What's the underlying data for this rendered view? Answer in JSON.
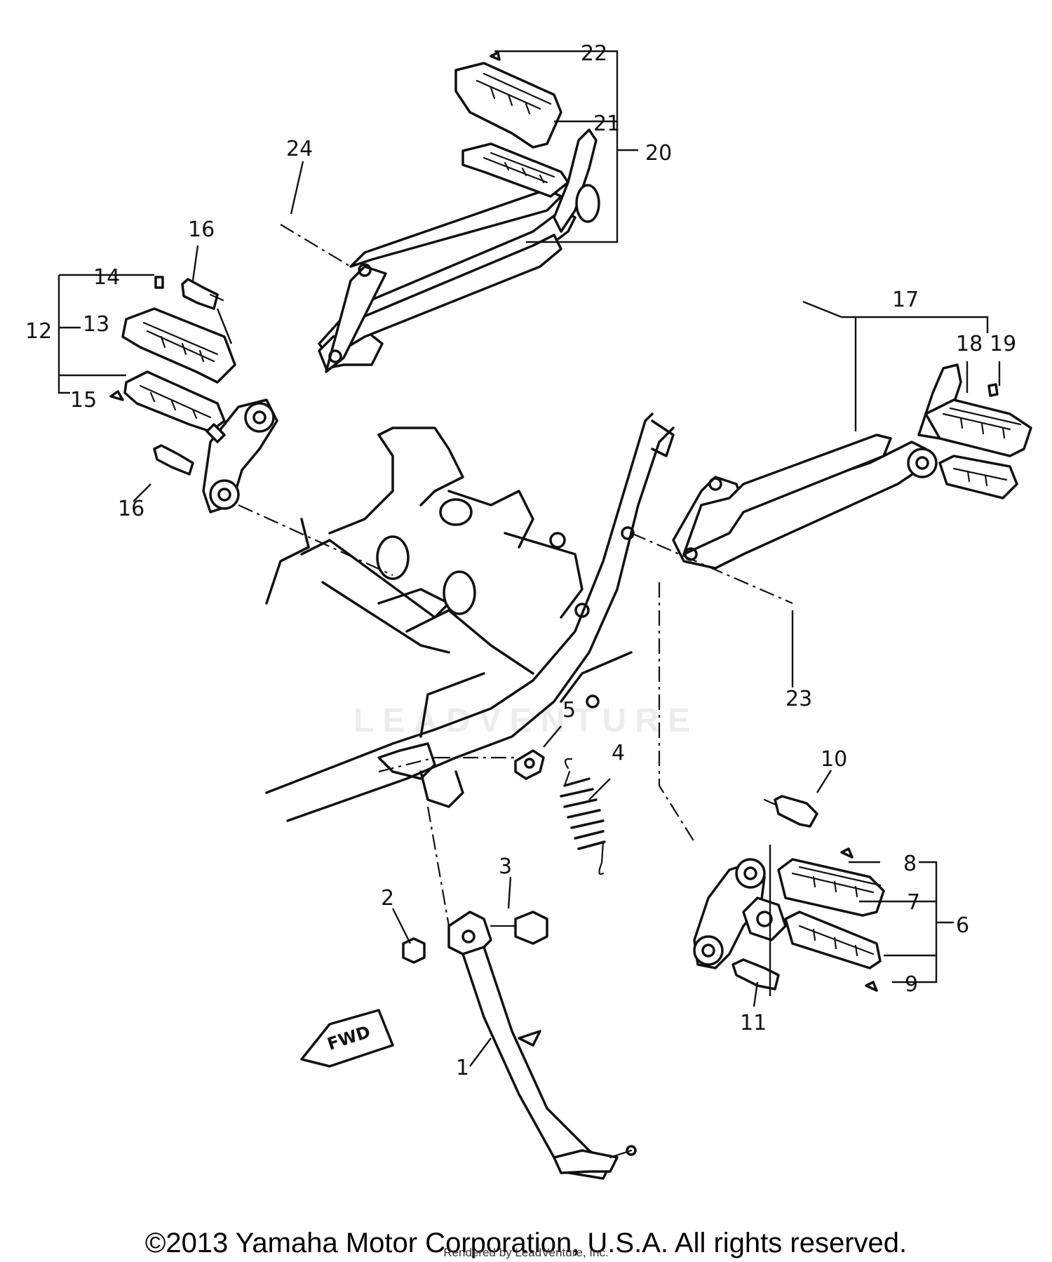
{
  "diagram": {
    "watermark": "LEADVENTURE",
    "fwd_label": "FWD",
    "callouts": [
      "1",
      "2",
      "3",
      "4",
      "5",
      "6",
      "7",
      "8",
      "9",
      "10",
      "11",
      "12",
      "13",
      "14",
      "15",
      "16",
      "16",
      "17",
      "18",
      "19",
      "20",
      "21",
      "22",
      "23",
      "24"
    ]
  },
  "footer": {
    "copyright": "©2013 Yamaha Motor Corporation, U.S.A. All rights reserved.",
    "rendered_by": "Rendered by LeadVenture, Inc."
  }
}
